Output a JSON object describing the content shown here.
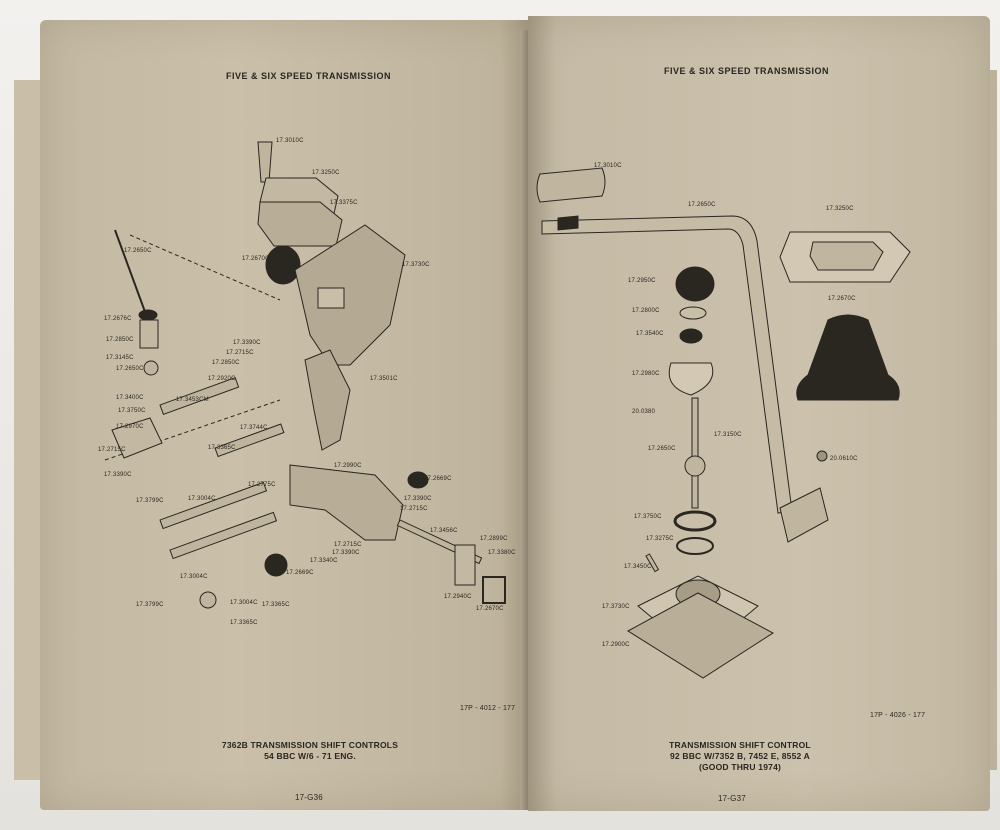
{
  "left_page": {
    "header": "FIVE & SIX SPEED TRANSMISSION",
    "page_code": "17P - 4012 - 177",
    "caption_line1": "7362B TRANSMISSION SHIFT CONTROLS",
    "caption_line2": "54 BBC  W/6 - 71 ENG.",
    "page_number": "17-G36",
    "parts": [
      "17.3010C",
      "17.3250C",
      "17.3375C",
      "17.2650C",
      "17.2670C",
      "17.3730C",
      "17.2676C",
      "17.2850C",
      "17.3145C",
      "17.2650C",
      "17.3390C",
      "17.2715C",
      "17.2850C",
      "17.2920C",
      "17.3501C",
      "17.3400C",
      "17.3453CM",
      "17.3750C",
      "17.2970C",
      "17.3744C",
      "17.2715C",
      "17.3390C",
      "17.3365C",
      "17.2775C",
      "17.3004C",
      "17.3799C",
      "17.2990C",
      "17.2669C",
      "17.3390C",
      "17.2715C",
      "17.3456C",
      "17.2899C",
      "17.3380C",
      "17.3390C",
      "17.3340C",
      "17.2669C",
      "17.2715C",
      "17.2940C",
      "17.2670C",
      "17.3004C",
      "17.3799C",
      "17.3004C",
      "17.3365C",
      "17.3365C"
    ]
  },
  "right_page": {
    "header": "FIVE & SIX SPEED TRANSMISSION",
    "page_code": "17P - 4026 - 177",
    "caption_line1": "TRANSMISSION SHIFT CONTROL",
    "caption_line2": "92 BBC  W/7352 B, 7452 E, 8552 A",
    "caption_line3": "(GOOD THRU 1974)",
    "page_number": "17-G37",
    "parts": [
      "17.3010C",
      "17.2650C",
      "17.3250C",
      "17.2950C",
      "17.2670C",
      "17.2800C",
      "17.3540C",
      "17.2980C",
      "20.0380",
      "17.3150C",
      "17.2650C",
      "20.0610C",
      "17.3750C",
      "17.3275C",
      "17.3450C",
      "17.3730C",
      "17.2900C"
    ]
  }
}
